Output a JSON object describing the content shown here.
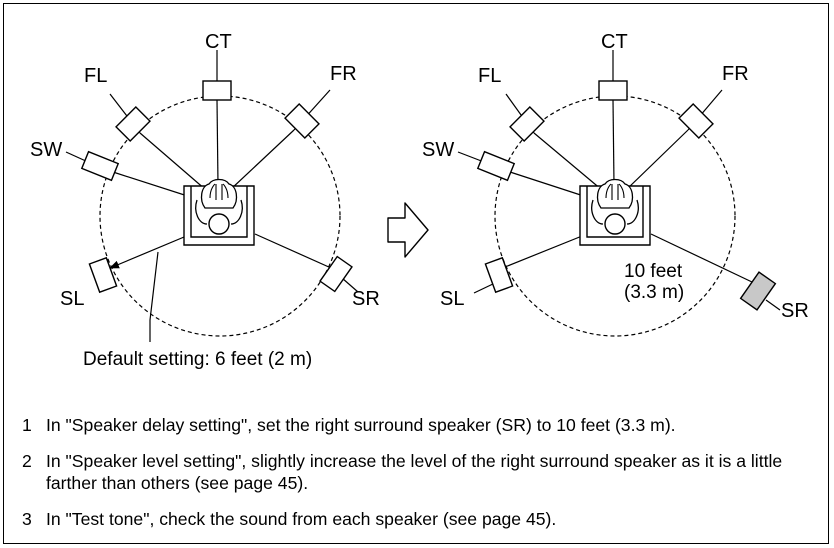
{
  "diagrams": [
    {
      "speakers": [
        {
          "label": "CT"
        },
        {
          "label": "FL"
        },
        {
          "label": "FR"
        },
        {
          "label": "SW"
        },
        {
          "label": "SL"
        },
        {
          "label": "SR"
        }
      ],
      "annotation": "Default setting: 6 feet (2 m)"
    },
    {
      "speakers": [
        {
          "label": "CT"
        },
        {
          "label": "FL"
        },
        {
          "label": "FR"
        },
        {
          "label": "SW"
        },
        {
          "label": "SL"
        },
        {
          "label": "SR",
          "highlighted": true
        }
      ],
      "annotation_line1": "10 feet",
      "annotation_line2": "(3.3 m)"
    }
  ],
  "colors": {
    "highlighted_speaker": "#c8c8c8",
    "line": "#000000"
  },
  "steps": [
    {
      "num": "1",
      "text": "In \"Speaker delay setting\", set the right surround speaker (SR) to 10 feet (3.3 m)."
    },
    {
      "num": "2",
      "text": "In \"Speaker level setting\", slightly increase the level of the right surround speaker as it is a little farther than others (see page 45)."
    },
    {
      "num": "3",
      "text": "In \"Test tone\", check the sound from each speaker (see page 45)."
    }
  ]
}
